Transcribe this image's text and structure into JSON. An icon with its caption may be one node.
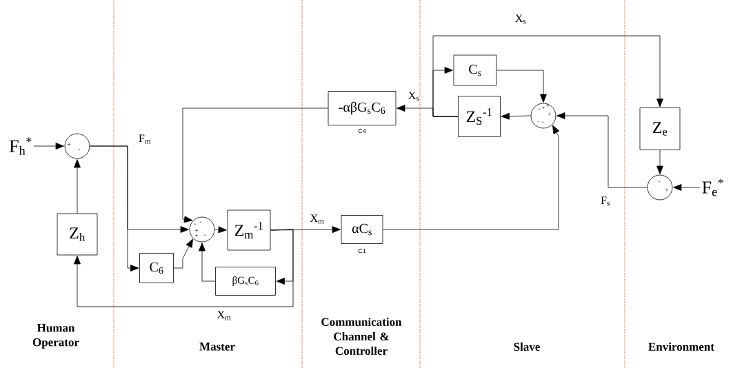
{
  "diagram": {
    "nodes": [
      {
        "text": [
          "F$_{h}$$^{*}$"
        ]
      },
      {
        "text": [
          "+",
          "-"
        ]
      },
      {
        "text": [
          "Z$_{h}$"
        ]
      },
      {
        "text": [
          "-",
          "-",
          "+",
          "+",
          "-"
        ]
      },
      {
        "text": [
          "C$_{6}$"
        ]
      },
      {
        "text": [
          "Z$_{m}$$^{-1}$"
        ]
      },
      {
        "text": [
          "βG$_{s}$C$_{6}$"
        ]
      },
      {
        "text": [
          "-αβG$_{s}$C$_{6}$"
        ],
        "beside": [
          "C4"
        ]
      },
      {
        "text": [
          "αC$_{s}$"
        ],
        "beside": [
          "C1"
        ]
      },
      {
        "text": [
          "C$_{s}$"
        ]
      },
      {
        "text": [
          "Z$_{S}$$^{-1}$"
        ]
      },
      {
        "text": [
          "-",
          "+",
          "+",
          "+",
          "-",
          "-"
        ]
      },
      {
        "text": [
          "Z$_{e}$"
        ]
      },
      {
        "text": [
          "-",
          "+"
        ]
      },
      {
        "text": [
          "F$_{e}$$^{*}$"
        ]
      }
    ],
    "edges": [
      {
        "from": 0,
        "to": 1,
        "arrow": "to"
      },
      {
        "from": 1,
        "to": 3,
        "arrow": "to"
      },
      {
        "from": 1,
        "to": 4,
        "arrow": "to"
      },
      {
        "from": 4,
        "to": 3,
        "arrow": "to"
      },
      {
        "from": 3,
        "to": 5,
        "arrow": "to"
      },
      {
        "from": 5,
        "to": 8,
        "arrow": "to"
      },
      {
        "from": 5,
        "to": 6,
        "arrow": "to"
      },
      {
        "from": 5,
        "to": 2,
        "arrow": "to"
      },
      {
        "from": 2,
        "to": 1,
        "arrow": "to"
      },
      {
        "from": 6,
        "to": 3,
        "arrow": "to"
      },
      {
        "from": 7,
        "to": 3,
        "arrow": "to"
      },
      {
        "from": 8,
        "to": 11,
        "arrow": "to"
      },
      {
        "from": 11,
        "to": 10,
        "arrow": "to"
      },
      {
        "from": 10,
        "to": 7,
        "arrow": "to"
      },
      {
        "from": 10,
        "to": 9,
        "arrow": "to"
      },
      {
        "from": 10,
        "to": 12,
        "arrow": "to"
      },
      {
        "from": 9,
        "to": 11,
        "arrow": "to"
      },
      {
        "from": 12,
        "to": 13,
        "arrow": "to"
      },
      {
        "from": 14,
        "to": 13,
        "arrow": "to"
      },
      {
        "from": 13,
        "to": 11,
        "arrow": "to"
      }
    ],
    "labels": [
      "X$_{s}$",
      "X$_{s}$",
      "F$_{m}$",
      "F$_{s}$",
      "X$_{m}$",
      "X$_{m}$",
      "Communication Channel & Controller",
      "Human Operator",
      "Master",
      "Slave",
      "Environment"
    ]
  }
}
